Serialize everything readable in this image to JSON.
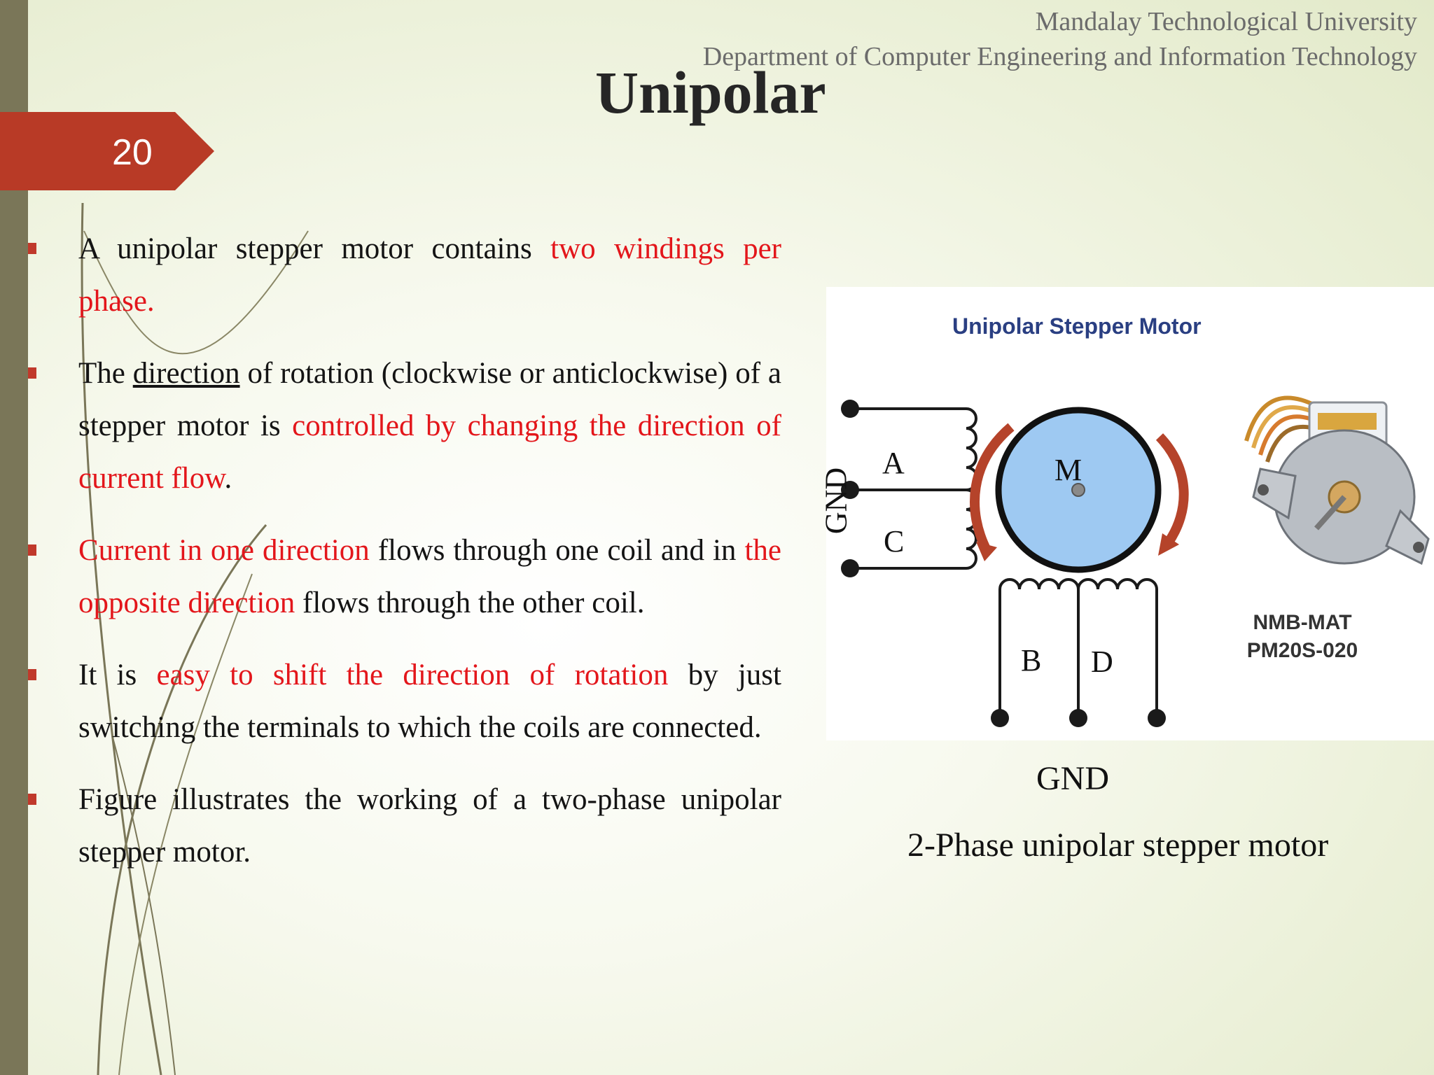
{
  "header": {
    "university": "Mandalay Technological University",
    "department": "Department of Computer Engineering and Information Technology"
  },
  "slide": {
    "title": "Unipolar",
    "number": "20"
  },
  "bullets": [
    {
      "plain1": "A unipolar stepper motor contains ",
      "red1": "two windings per phase."
    },
    {
      "plain1": "The ",
      "underline": "direction",
      "plain2": " of rotation (clockwise or anticlockwise) of a stepper motor is ",
      "red1": "controlled by changing the direction of current flow",
      "plain3": "."
    },
    {
      "red1": "Current in one direction",
      "plain1": " flows through one coil and in ",
      "red2": "the opposite direction",
      "plain2": " flows through the other coil."
    },
    {
      "plain1": "It is ",
      "red1": "easy to shift the direction of rotation",
      "plain2": " by just switching the terminals to which the coils are connected."
    },
    {
      "plain1": "Figure illustrates the working of a two-phase unipolar stepper motor."
    }
  ],
  "figure": {
    "title": "Unipolar Stepper Motor",
    "labels": {
      "a": "A",
      "c": "C",
      "m": "M",
      "b": "B",
      "d": "D"
    },
    "part_line1": "NMB-MAT",
    "part_line2": "PM20S-020",
    "gnd_left": "GND",
    "gnd_bottom": "GND",
    "caption": "2-Phase unipolar stepper motor"
  },
  "colors": {
    "accent_red": "#e3161b",
    "tag_red": "#b83a26",
    "left_bar": "#7a7658",
    "rotor_blue": "#9ec9f2",
    "title_navy": "#2a3f82"
  }
}
